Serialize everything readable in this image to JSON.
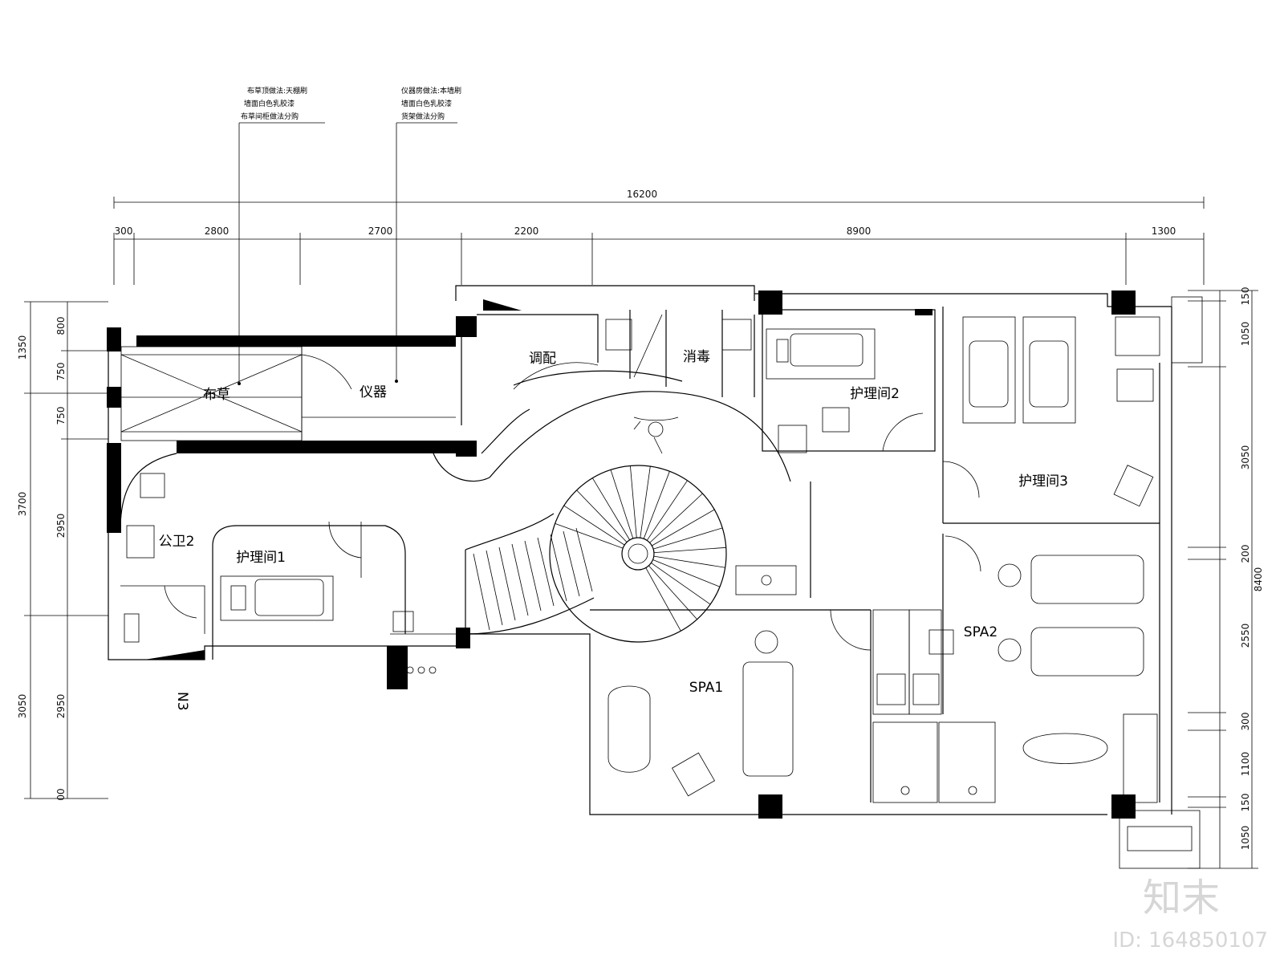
{
  "notes": {
    "cloth": [
      "布草顶做法:天棚刷",
      "墙面白色乳胶漆",
      "布草间柜做法分购"
    ],
    "instrument": [
      "仪器房做法:本墙刷",
      "墙面白色乳胶漆",
      "货架做法分购"
    ]
  },
  "dims_top": {
    "total": "16200",
    "d1": "300",
    "d2": "2800",
    "d3": "2700",
    "d4": "2200",
    "d5": "8900",
    "d6": "1300"
  },
  "dims_left": {
    "outer1": "1350",
    "outer2": "3700",
    "outer3": "3050",
    "inner1": "800",
    "inner2": "750",
    "inner3": "750",
    "inner4": "2950",
    "inner5": "2950",
    "inner6": "00"
  },
  "dims_right": {
    "total": "8400",
    "r1": "150",
    "r2": "1050",
    "r3": "3050",
    "r4": "200",
    "r5": "2550",
    "r6": "300",
    "r7": "1100",
    "r8": "150",
    "r9": "1050"
  },
  "rooms": {
    "cloth": "布草",
    "instrument": "仪器",
    "mixing": "调配",
    "disinfect": "消毒",
    "care1": "护理间1",
    "care2": "护理间2",
    "care3": "护理间3",
    "wc2": "公卫2",
    "spa1": "SPA1",
    "spa2": "SPA2",
    "n3": "N3"
  },
  "watermark": {
    "brand": "知末",
    "id": "ID: 164850107"
  }
}
